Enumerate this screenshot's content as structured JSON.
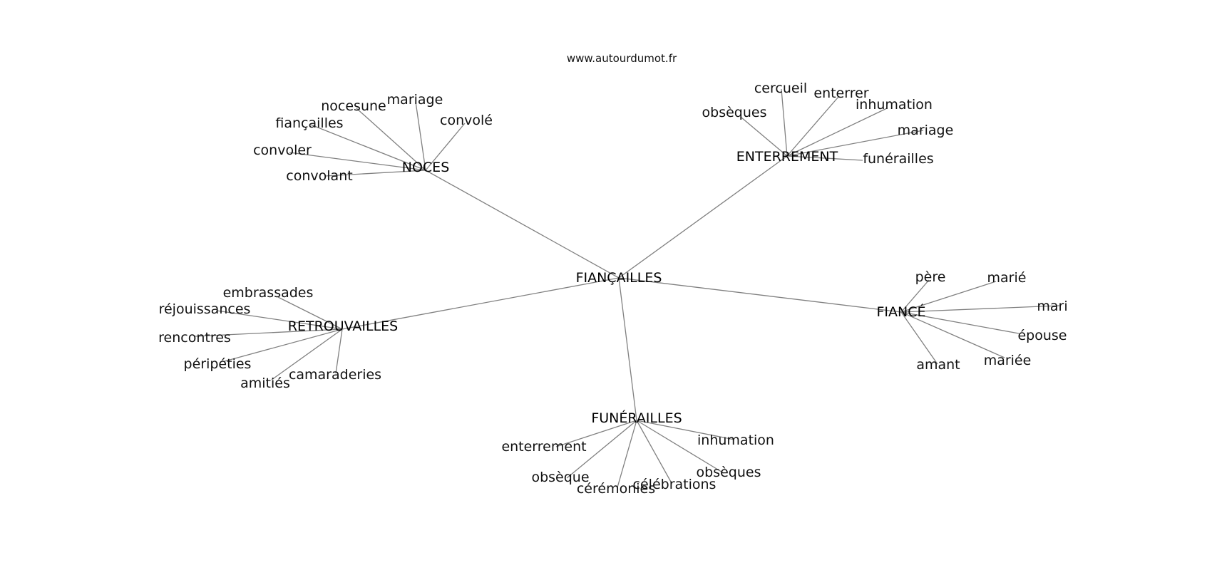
{
  "site": "www.autourdumot.fr",
  "colors": {
    "edge": "#808080",
    "text": "#111111",
    "background": "#ffffff"
  },
  "center": {
    "id": "fiancailles",
    "label": "FIANÇAILLES"
  },
  "hubs": [
    {
      "id": "noces",
      "label": "NOCES",
      "leaves": [
        "nocesune",
        "mariage",
        "convolé",
        "fiançailles",
        "convoler",
        "convolant"
      ]
    },
    {
      "id": "enterrement",
      "label": "ENTERREMENT",
      "leaves": [
        "cercueil",
        "enterrer",
        "inhumation",
        "obsèques",
        "mariage",
        "funérailles"
      ]
    },
    {
      "id": "retrouvailles",
      "label": "RETROUVAILLES",
      "leaves": [
        "embrassades",
        "réjouissances",
        "rencontres",
        "péripéties",
        "amitiés",
        "camaraderies"
      ]
    },
    {
      "id": "fiance",
      "label": "FIANCÉ",
      "leaves": [
        "père",
        "marié",
        "mari",
        "épouse",
        "mariée",
        "amant"
      ]
    },
    {
      "id": "funerailles",
      "label": "FUNÉRAILLES",
      "leaves": [
        "enterrement",
        "inhumation",
        "obsèque",
        "cérémonies",
        "célébrations",
        "obsèques"
      ]
    }
  ]
}
